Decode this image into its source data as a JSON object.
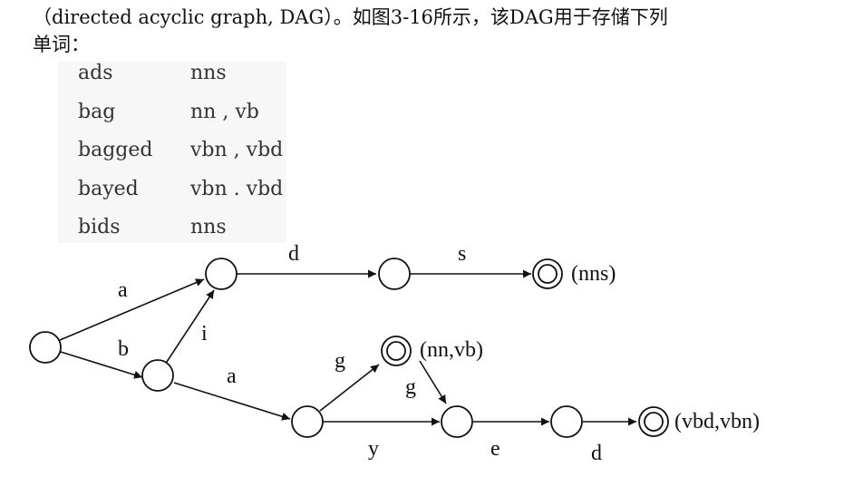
{
  "intro": {
    "line1": "（directed acyclic graph, DAG）。如图3-16所示，该DAG用于存储下列",
    "line2": "单词："
  },
  "word_table": [
    {
      "word": "ads",
      "tags": "nns"
    },
    {
      "word": "bag",
      "tags": "nn , vb"
    },
    {
      "word": "bagged",
      "tags": "vbn , vbd"
    },
    {
      "word": "bayed",
      "tags": "vbn . vbd"
    },
    {
      "word": "bids",
      "tags": "nns"
    }
  ],
  "dag": {
    "edge_labels": {
      "a_top": "a",
      "b": "b",
      "i": "i",
      "d_top": "d",
      "s": "s",
      "a_lower": "a",
      "g_up": "g",
      "g_down": "g",
      "y": "y",
      "e": "e",
      "d_bottom": "d"
    },
    "final_labels": {
      "nns": "(nns)",
      "nn_vb": "(nn,vb)",
      "vbd_vbn": "(vbd,vbn)"
    }
  }
}
